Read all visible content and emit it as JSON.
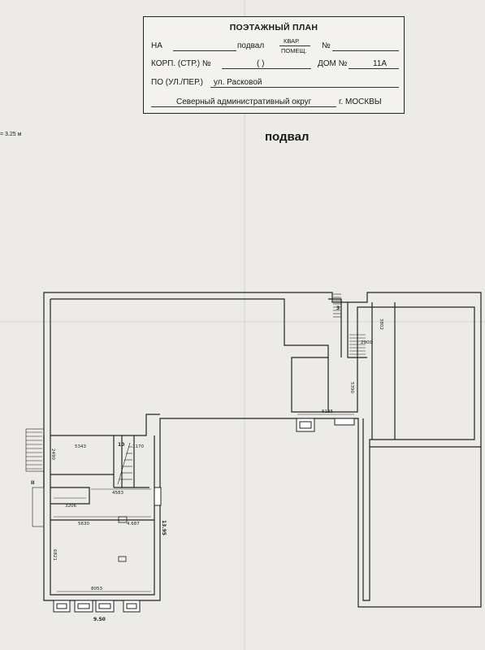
{
  "stamp": {
    "title": "ПОЭТАЖНЫЙ ПЛАН",
    "na_label": "НА",
    "floor_value": "подвал",
    "kvar_label": "КВАР.",
    "pomesh_label": "ПОМЕЩ.",
    "number_sign": "№",
    "korp_label": "КОРП. (СТР.) №",
    "korp_paren": "(          )",
    "dom_label": "ДОМ №",
    "dom_value": "11А",
    "po_label": "ПО (УЛ./ПЕР.)",
    "street_value": "ул. Расковой",
    "district_value": "Северный административный округ",
    "city_value": "г. МОСКВЫ"
  },
  "floor_label": "подвал",
  "scale_label": "= 3.25 м",
  "plan": {
    "room_numbers": [
      "3",
      "10",
      "II"
    ],
    "dimensions": [
      "3802",
      "2900",
      "5390",
      "6125",
      "5343",
      "2490",
      "1170",
      "4583",
      "3206",
      "5630",
      "4.687",
      "6821",
      "8053",
      "9.50",
      "13.95"
    ]
  }
}
